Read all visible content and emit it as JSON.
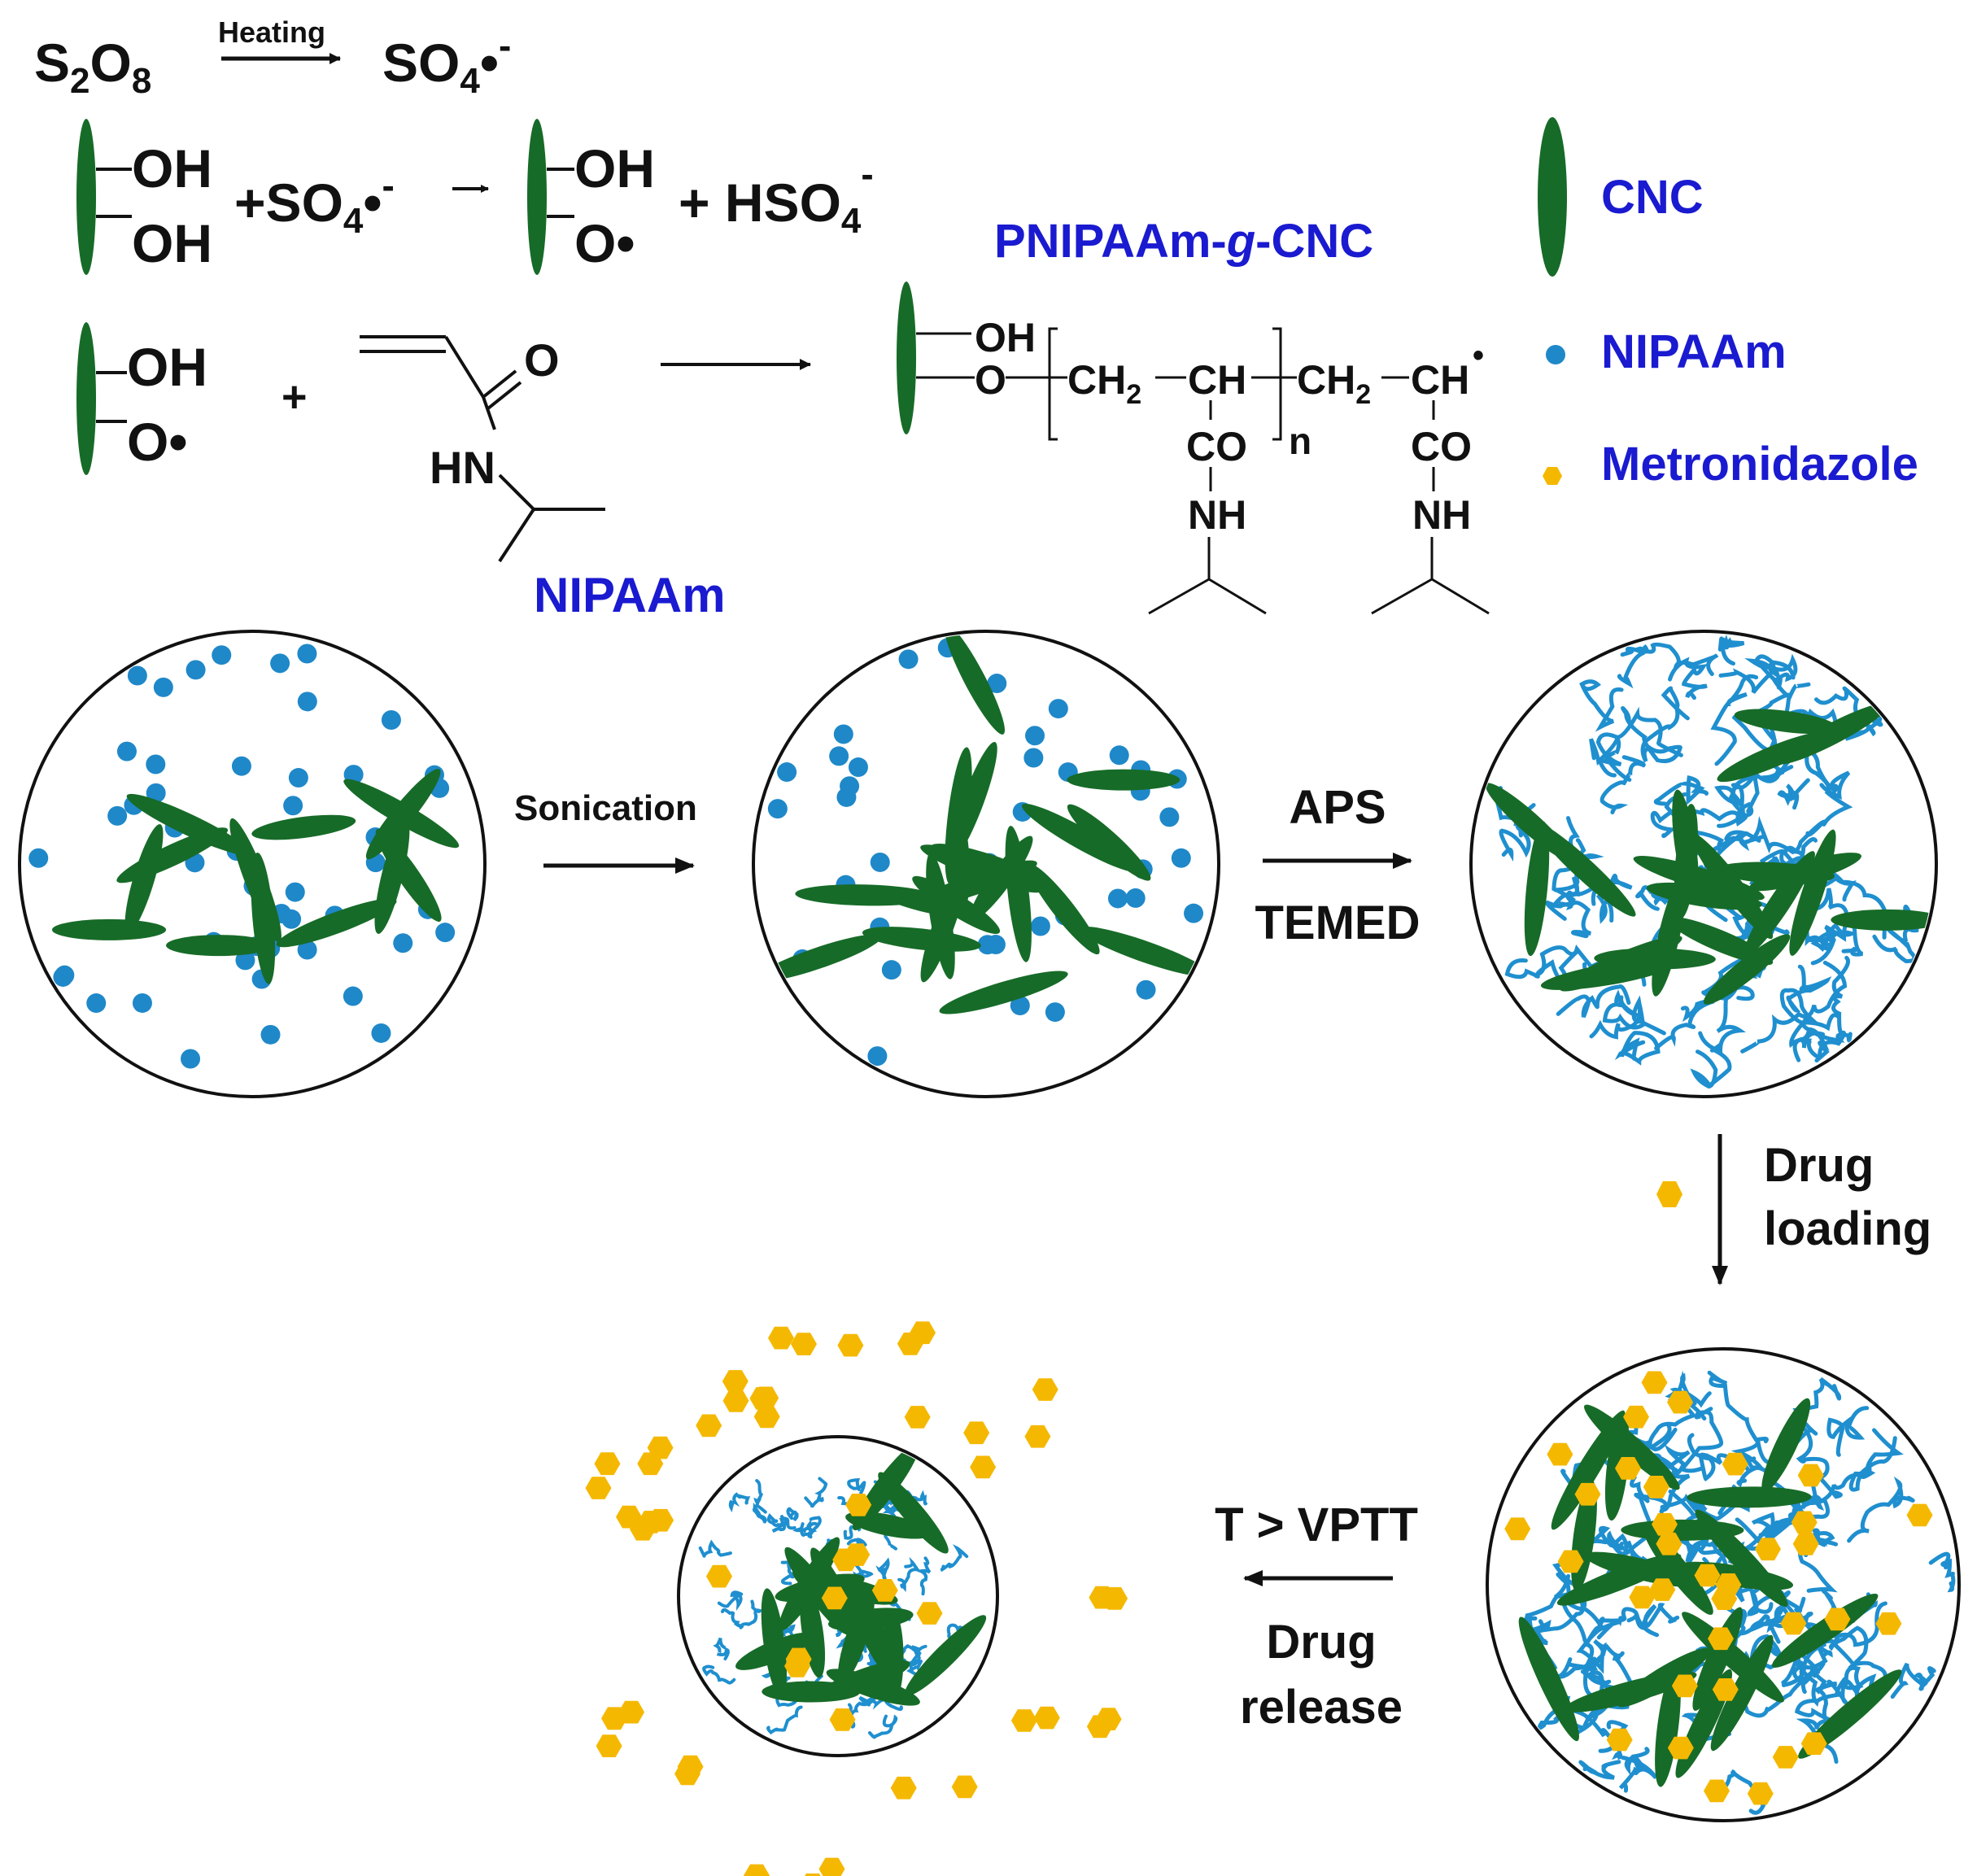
{
  "colors": {
    "cnc": "#176b28",
    "monomer": "#1f88c9",
    "polymer": "#1f8fcf",
    "drug": "#f5b800",
    "label_blue": "#1a1ad0",
    "text": "#111111"
  },
  "reaction": {
    "initiator": "S",
    "initiator_sub1": "2",
    "initiator_o": "O",
    "initiator_sub2": "8",
    "heating_label": "Heating",
    "radical_so": "SO",
    "radical_sub": "4",
    "radical_dot": "•",
    "radical_charge": "-",
    "oh": "OH",
    "o_radical": "O•",
    "plus": "+",
    "hso": "+ HSO",
    "hso_sub": "4",
    "hso_charge": "-",
    "arrow_short": "→",
    "product_label": "PNIPAAm-",
    "product_label_g": "g",
    "product_label_end": "-CNC",
    "monomer_label": "NIPAAm",
    "mono_o": "O",
    "mono_hn": "HN",
    "chain_oh": "OH",
    "chain_o": "O",
    "chain_ch2": "CH",
    "chain_ch2_sub": "2",
    "chain_ch": "CH",
    "chain_co": "CO",
    "chain_nh": "NH",
    "chain_n": "n",
    "chain_dot": "•"
  },
  "legend": {
    "items": [
      {
        "icon": "cnc-rod-icon",
        "label": "CNC"
      },
      {
        "icon": "nipaam-dot-icon",
        "label": "NIPAAm"
      },
      {
        "icon": "metronidazole-hexagon-icon",
        "label": "Metronidazole"
      }
    ]
  },
  "process": {
    "step1_label": "Sonication",
    "step2_label_top": "APS",
    "step2_label_bottom": "TEMED",
    "step3_label_top": "Drug",
    "step3_label_bottom": "loading",
    "step4_label_top": "T > VPTT",
    "step4_label_mid": "Drug",
    "step4_label_bottom": "release"
  }
}
